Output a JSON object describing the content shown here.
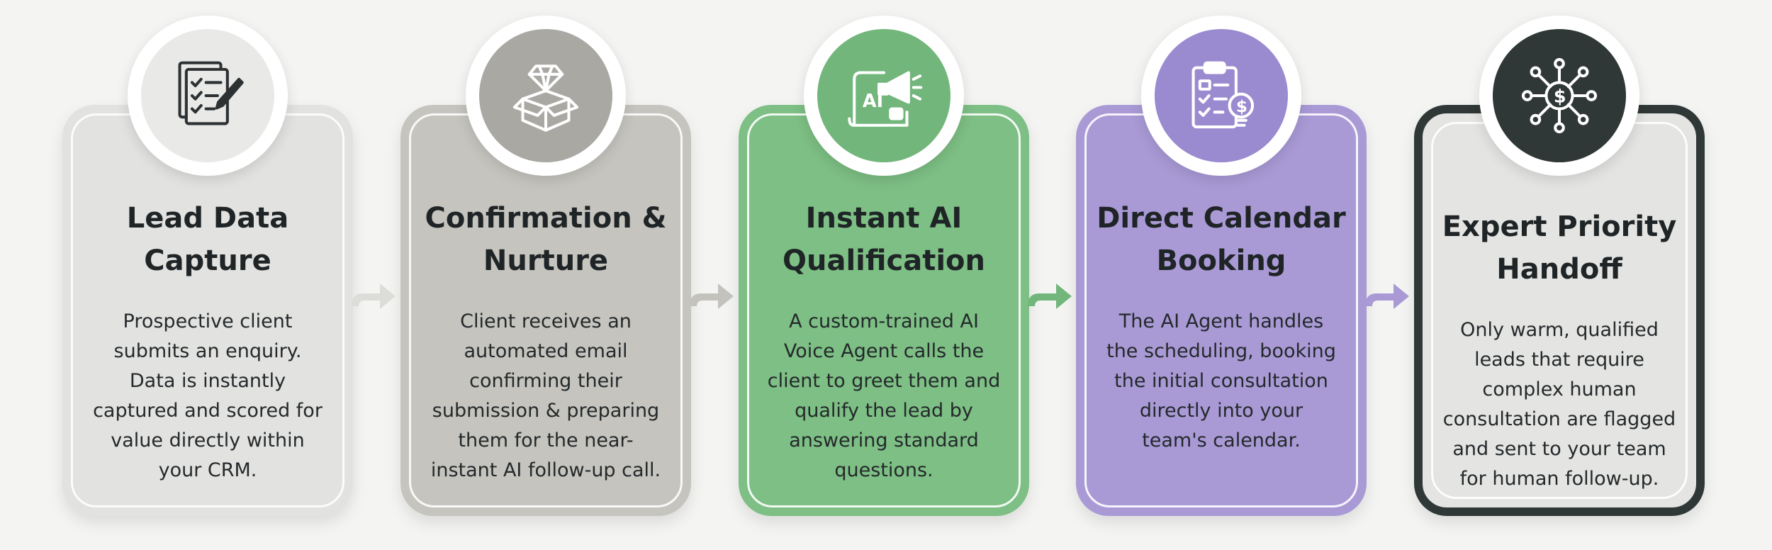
{
  "steps": [
    {
      "title": [
        "Lead Data",
        "Capture"
      ],
      "desc": [
        "Prospective client",
        "submits an enquiry.",
        "Data is instantly",
        "captured and scored for",
        "value directly within",
        "your CRM."
      ],
      "icon": "checklist-pen-icon",
      "color": "#e2e2e0",
      "disc": "#e9e9e7"
    },
    {
      "title": [
        "Confirmation &",
        "Nurture"
      ],
      "desc": [
        "Client receives an",
        "automated email",
        "confirming their",
        "submission & preparing",
        "them for the near-",
        "instant AI follow-up call."
      ],
      "icon": "gift-box-diamond-icon",
      "color": "#c5c4be",
      "disc": "#a9a8a3"
    },
    {
      "title": [
        "Instant AI",
        "Qualification"
      ],
      "desc": [
        "A custom-trained AI",
        "Voice Agent calls the",
        "client to greet them and",
        "qualify the lead by",
        "answering standard",
        "questions."
      ],
      "icon": "ai-megaphone-icon",
      "color": "#7dbf84",
      "disc": "#72b67b"
    },
    {
      "title": [
        "Direct Calendar",
        "Booking"
      ],
      "desc": [
        "The AI Agent handles",
        "the scheduling, booking",
        "the initial consultation",
        "directly into your",
        "team's calendar."
      ],
      "icon": "clipboard-dollar-icon",
      "color": "#a99ad6",
      "disc": "#9a8ad0"
    },
    {
      "title": [
        "Expert Priority",
        "Handoff"
      ],
      "desc": [
        "Only warm, qualified",
        "leads that require",
        "complex human",
        "consultation are flagged",
        "and sent to your team",
        "for human follow-up."
      ],
      "icon": "dollar-network-icon",
      "color": "#e4e4e2",
      "disc": "#2f3836"
    }
  ],
  "arrow_colors": [
    "#dcdcd9",
    "#c3c2bd",
    "#72b67b",
    "#a99ad6"
  ]
}
